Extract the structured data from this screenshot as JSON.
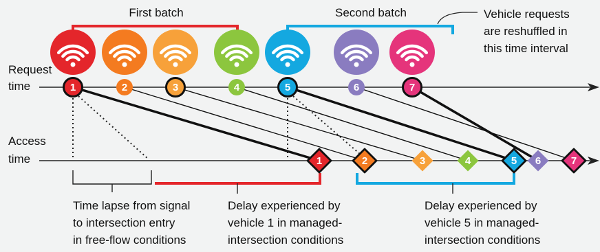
{
  "labels": {
    "first_batch": "First batch",
    "second_batch": "Second batch",
    "reshuffle_note": [
      "Vehicle requests",
      "are reshuffled in",
      "this time interval"
    ],
    "request_time": [
      "Request",
      "time"
    ],
    "access_time": [
      "Access",
      "time"
    ],
    "free_flow_note": [
      "Time lapse from signal",
      "to intersection entry",
      "in free-flow conditions"
    ],
    "delay_v1_note": [
      "Delay experienced by",
      "vehicle 1 in managed-",
      "intersection conditions"
    ],
    "delay_v5_note": [
      "Delay experienced by",
      "vehicle 5 in managed-",
      "intersection conditions"
    ]
  },
  "colors": {
    "red": "#e4262b",
    "orange": "#f47b20",
    "light_orange": "#f7a13a",
    "green": "#8cc63e",
    "blue": "#14a8e0",
    "purple": "#8a7cc0",
    "magenta": "#e5347b",
    "axis": "#222222"
  },
  "vehicles": [
    {
      "id": "1",
      "color_key": "red",
      "request_marker": "outlined",
      "access_marker": "outlined"
    },
    {
      "id": "2",
      "color_key": "orange",
      "request_marker": "plain",
      "access_marker": "outlined"
    },
    {
      "id": "3",
      "color_key": "light_orange",
      "request_marker": "outlined",
      "access_marker": "plain"
    },
    {
      "id": "4",
      "color_key": "green",
      "request_marker": "plain",
      "access_marker": "plain"
    },
    {
      "id": "5",
      "color_key": "blue",
      "request_marker": "outlined",
      "access_marker": "outlined"
    },
    {
      "id": "6",
      "color_key": "purple",
      "request_marker": "plain",
      "access_marker": "plain"
    },
    {
      "id": "7",
      "color_key": "magenta",
      "request_marker": "outlined",
      "access_marker": "outlined"
    }
  ],
  "icons": {
    "request": "wifi-signal-icon",
    "access": "diamond-icon"
  }
}
